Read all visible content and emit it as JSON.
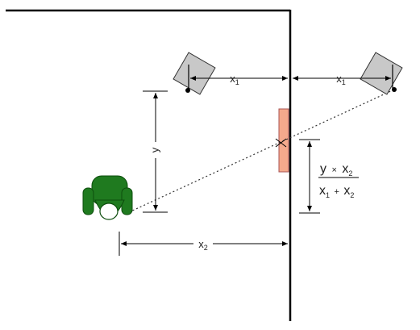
{
  "diagram": {
    "labels": {
      "x1_left": {
        "base": "x",
        "sub": "1"
      },
      "x1_right": {
        "base": "x",
        "sub": "1"
      },
      "x2": {
        "base": "x",
        "sub": "2"
      },
      "y": "y",
      "formula": {
        "num_y": "y",
        "num_times": "×",
        "num_x": "x",
        "num_sub": "2",
        "den_x1": "x",
        "den_sub1": "1",
        "den_plus": "+",
        "den_x2": "x",
        "den_sub2": "2"
      }
    },
    "colors": {
      "wall": "#000000",
      "person": "#1f7a1f",
      "person_head": "#ffffff",
      "mirror": "#f4a98c",
      "camera": "#c8c8c8",
      "sight_line": "#333333"
    },
    "icons": {
      "person": "person-top-view-icon",
      "camera_real": "camera-icon",
      "camera_virtual": "camera-icon",
      "mirror": "mirror-icon",
      "reflection_point": "x-mark-icon"
    }
  }
}
